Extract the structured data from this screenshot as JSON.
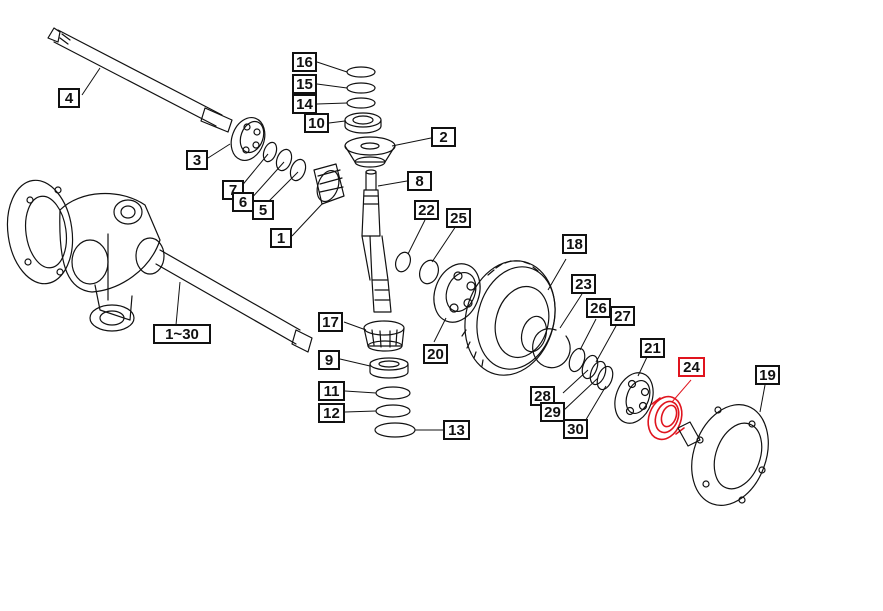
{
  "diagram": {
    "highlight_color": "#e0141e",
    "line_color": "#111111",
    "highlighted_part": "24",
    "callouts": {
      "c1": "1",
      "c2": "2",
      "c3": "3",
      "c4": "4",
      "c5": "5",
      "c6": "6",
      "c7": "7",
      "c8": "8",
      "c9": "9",
      "c10": "10",
      "c11": "11",
      "c12": "12",
      "c13": "13",
      "c14": "14",
      "c15": "15",
      "c16": "16",
      "c17": "17",
      "c18": "18",
      "c19": "19",
      "c20": "20",
      "c21": "21",
      "c22": "22",
      "c23": "23",
      "c24": "24",
      "c25": "25",
      "c26": "26",
      "c27": "27",
      "c28": "28",
      "c29": "29",
      "c30": "30",
      "c_assembly": "1~30"
    }
  }
}
